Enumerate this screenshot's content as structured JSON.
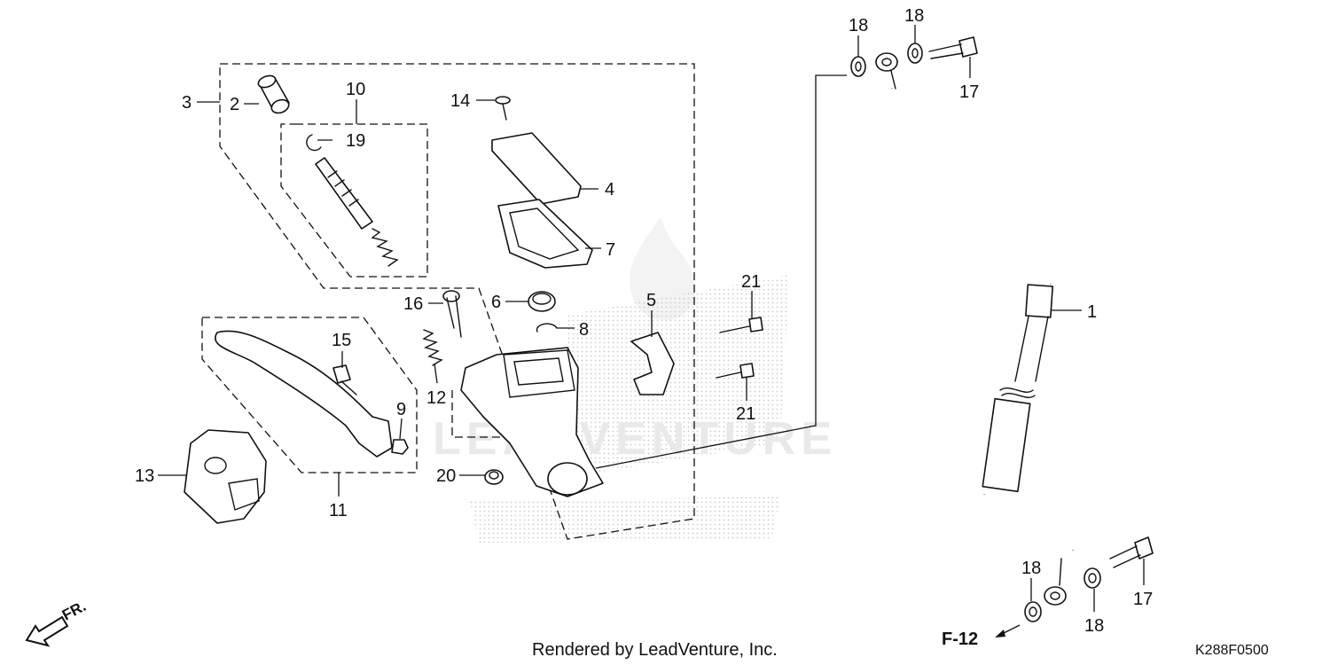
{
  "callouts": [
    "1",
    "2",
    "3",
    "4",
    "5",
    "6",
    "7",
    "8",
    "9",
    "10",
    "11",
    "12",
    "13",
    "14",
    "15",
    "16",
    "17",
    "17",
    "18",
    "18",
    "18",
    "18",
    "19",
    "20",
    "21",
    "21"
  ],
  "watermark": "LEADVENTURE",
  "direction_label": "FR.",
  "reference_label": "F-12",
  "credit": "Rendered by LeadVenture, Inc.",
  "diagram_code": "K288F0500"
}
